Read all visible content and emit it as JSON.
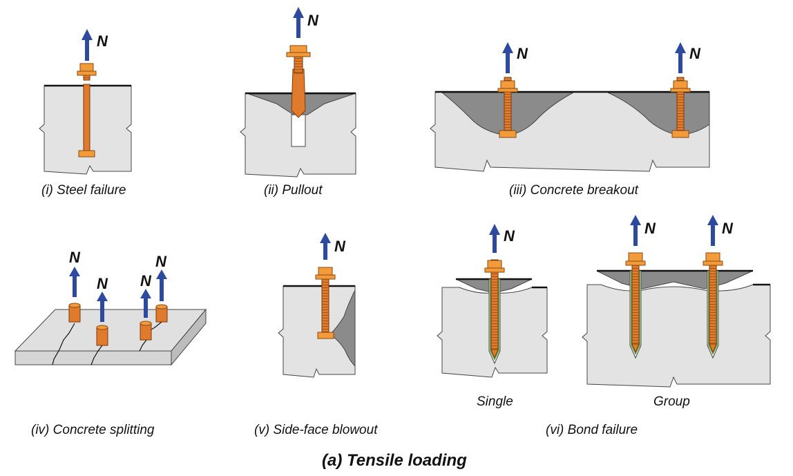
{
  "title": "(a) Tensile loading",
  "force_symbol": "N",
  "panels": {
    "steel_failure": "(i) Steel failure",
    "pullout": "(ii) Pullout",
    "concrete_breakout": "(iii) Concrete breakout",
    "concrete_splitting": "(iv) Concrete splitting",
    "side_face_blowout": "(v) Side-face blowout",
    "bond_failure": "(vi) Bond failure",
    "bond_single": "Single",
    "bond_group": "Group"
  },
  "colors": {
    "concrete": "#e3e3e3",
    "breakout_cone": "#8b8b8b",
    "anchor": "#e07a2c",
    "arrow": "#2e4a9e",
    "adhesive": "#6aa84f"
  }
}
